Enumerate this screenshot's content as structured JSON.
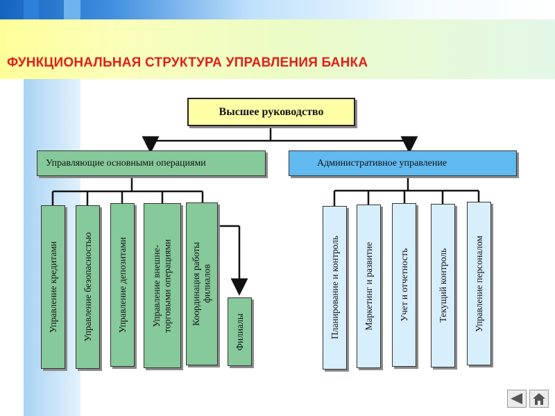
{
  "title": "ФУНКЦИОНАЛЬНАЯ СТРУКТУРА УПРАВЛЕНИЯ БАНКА",
  "top": "Высшее руководство",
  "left_branch": {
    "label": "Управляющие основными операциями",
    "children": [
      "Управление кредитами",
      "Управление безопасностью",
      "Управление депозитами",
      "Управление внешне-\nторговыми операциями",
      "Координация работы\nфилиалов"
    ],
    "sub": "Филиалы"
  },
  "right_branch": {
    "label": "Административное управление",
    "children": [
      "Планирование и контроль",
      "Маркетинг и развитие",
      "Учет и отчетность",
      "Текущий контроль",
      "Управление персоналом"
    ]
  },
  "nav": {
    "back_icon": "back-arrow-icon",
    "home_icon": "home-icon"
  },
  "colors": {
    "title": "#e0201a",
    "top_box": "#ffffa6",
    "left_group": "#86c99a",
    "right_header": "#60b9ef",
    "right_children": "#d7eefc"
  }
}
